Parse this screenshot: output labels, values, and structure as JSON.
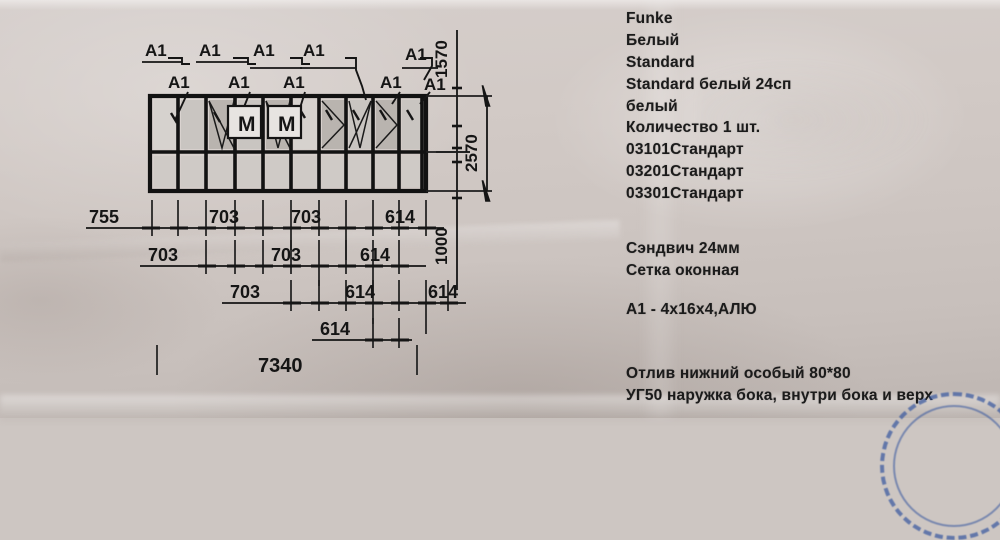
{
  "document": {
    "kind": "photographed-order-sheet",
    "paper_color": "#cdc6c2",
    "ink_color": "#1b1b1b",
    "stamp_color": "#3b5aa0"
  },
  "spec_text": {
    "block_top": [
      "Funke",
      "Белый",
      "Standard",
      "Standard белый 24сп",
      "белый",
      "Количество 1 шт.",
      "03101Стандарт",
      "03201Стандарт",
      "03301Стандарт"
    ],
    "block_middle": [
      "Сэндвич 24мм",
      "Сетка оконная"
    ],
    "block_glazing": [
      "А1 - 4х16х4,АЛЮ"
    ],
    "block_bottom": [
      "Отлив нижний особый 80*80",
      "УГ50 наружка бока, внутри бока и верх"
    ]
  },
  "drawing": {
    "title": "window-elevation",
    "overall_width_mm": 7340,
    "overall_height_mm": 2570,
    "height_upper_mm": 1570,
    "height_lower_mm": 1000,
    "total_label": "7340",
    "vertical_labels": {
      "upper": "1570",
      "total": "2570",
      "lower": "1000"
    },
    "glazing_code": "A1",
    "mechanism_marker": "M",
    "leader_labels_row1": [
      "A1",
      "A1",
      "A1",
      "A1",
      "A1"
    ],
    "leader_labels_row2": [
      "A1",
      "A1",
      "A1",
      "A1",
      "A1"
    ],
    "dimension_rows": [
      {
        "row": 1,
        "values": [
          "755",
          "703",
          "703",
          "614"
        ]
      },
      {
        "row": 2,
        "values": [
          "703",
          "703",
          "614"
        ]
      },
      {
        "row": 3,
        "values": [
          "703",
          "614",
          "614"
        ]
      },
      {
        "row": 4,
        "values": [
          "614"
        ]
      }
    ],
    "panel_count": 11,
    "panels": [
      {
        "index": 1,
        "upper_fill": "clear",
        "opening": "fixed"
      },
      {
        "index": 2,
        "upper_fill": "shaded",
        "opening": "turn"
      },
      {
        "index": 3,
        "upper_fill": "shaded",
        "opening": "tilt-turn"
      },
      {
        "index": 4,
        "upper_fill": "shaded",
        "opening": "motorized",
        "marker": "M"
      },
      {
        "index": 5,
        "upper_fill": "shaded",
        "opening": "tilt-turn"
      },
      {
        "index": 6,
        "upper_fill": "shaded",
        "opening": "motorized",
        "marker": "M"
      },
      {
        "index": 7,
        "upper_fill": "shaded",
        "opening": "turn"
      },
      {
        "index": 8,
        "upper_fill": "shaded",
        "opening": "tilt-turn"
      },
      {
        "index": 9,
        "upper_fill": "shaded",
        "opening": "turn"
      },
      {
        "index": 10,
        "upper_fill": "shaded",
        "opening": "tilt-turn"
      },
      {
        "index": 11,
        "upper_fill": "shaded",
        "opening": "turn"
      }
    ]
  }
}
